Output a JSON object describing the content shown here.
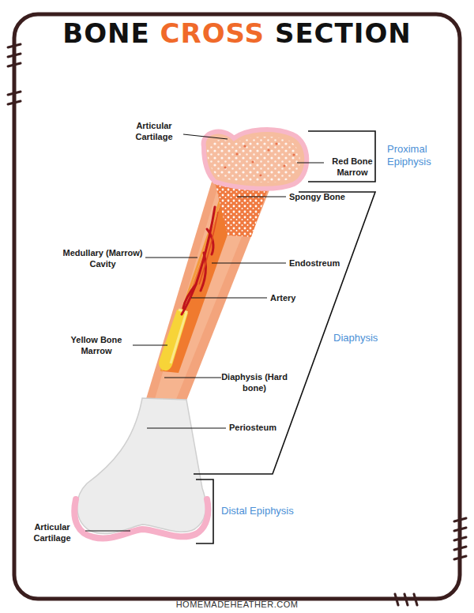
{
  "diagram": {
    "title": "BONE CROSS SECTION",
    "labels": [
      "Articular Cartilage",
      "Red Bone Marrow",
      "Proximal Epiphysis",
      "Spongy Bone",
      "Medullary (Marrow) Cavity",
      "Endostreum",
      "Artery",
      "Yellow Bone Marrow",
      "Diaphysis (Hard bone)",
      "Diaphysis",
      "Periosteum",
      "Distal Epiphysis",
      "Articular Cartilage",
      "HOMEMADEHEATHER.COM"
    ]
  }
}
